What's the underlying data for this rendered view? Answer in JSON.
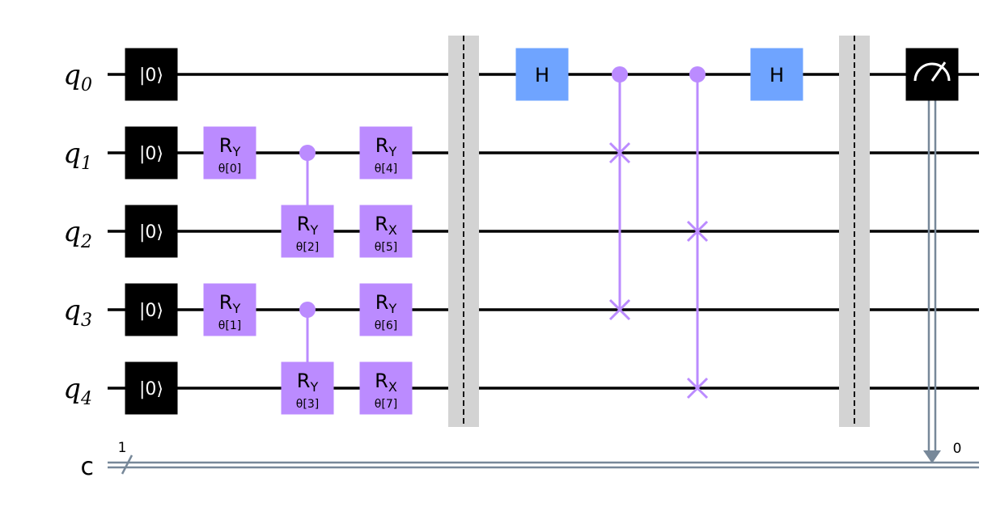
{
  "colors": {
    "wire": "#000000",
    "classical_wire": "#778899",
    "barrier": "#d3d3d3",
    "rotation_gate": "#bb8bff",
    "hadamard_gate": "#6fa4ff",
    "reset_gate": "#000000",
    "measure_gate": "#000000"
  },
  "qubits": [
    {
      "label": "q",
      "index": "0"
    },
    {
      "label": "q",
      "index": "1"
    },
    {
      "label": "q",
      "index": "2"
    },
    {
      "label": "q",
      "index": "3"
    },
    {
      "label": "q",
      "index": "4"
    }
  ],
  "classical_register": {
    "label": "c",
    "width_label": "1",
    "bit_label": "0"
  },
  "reset_label": "|0⟩",
  "rotation_gates": [
    {
      "col": 1,
      "qubit": 1,
      "label": "R",
      "axis": "Y",
      "param": "θ[0]"
    },
    {
      "col": 1,
      "qubit": 3,
      "label": "R",
      "axis": "Y",
      "param": "θ[1]"
    },
    {
      "col": 2,
      "qubit": 2,
      "label": "R",
      "axis": "Y",
      "param": "θ[2]",
      "control": 1
    },
    {
      "col": 2,
      "qubit": 4,
      "label": "R",
      "axis": "Y",
      "param": "θ[3]",
      "control": 3
    },
    {
      "col": 3,
      "qubit": 1,
      "label": "R",
      "axis": "Y",
      "param": "θ[4]"
    },
    {
      "col": 3,
      "qubit": 2,
      "label": "R",
      "axis": "X",
      "param": "θ[5]"
    },
    {
      "col": 3,
      "qubit": 3,
      "label": "R",
      "axis": "Y",
      "param": "θ[6]"
    },
    {
      "col": 3,
      "qubit": 4,
      "label": "R",
      "axis": "X",
      "param": "θ[7]"
    }
  ],
  "hadamard_gates": [
    {
      "col": 5,
      "qubit": 0,
      "label": "H"
    },
    {
      "col": 8,
      "qubit": 0,
      "label": "H"
    }
  ],
  "controlled_swaps": [
    {
      "col": 6,
      "control": 0,
      "targets": [
        1,
        3
      ]
    },
    {
      "col": 7,
      "control": 0,
      "targets": [
        2,
        4
      ]
    }
  ],
  "barriers": [
    {
      "col": 4
    },
    {
      "col": 9
    }
  ],
  "measurements": [
    {
      "col": 10,
      "qubit": 0,
      "cbit": 0
    }
  ]
}
